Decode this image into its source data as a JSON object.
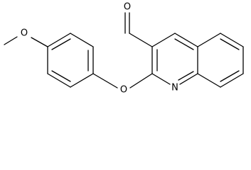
{
  "atoms": {
    "methoxy_oxygen": "O",
    "ether_oxygen": "O",
    "aldehyde_oxygen": "O",
    "ring_nitrogen": "N"
  }
}
